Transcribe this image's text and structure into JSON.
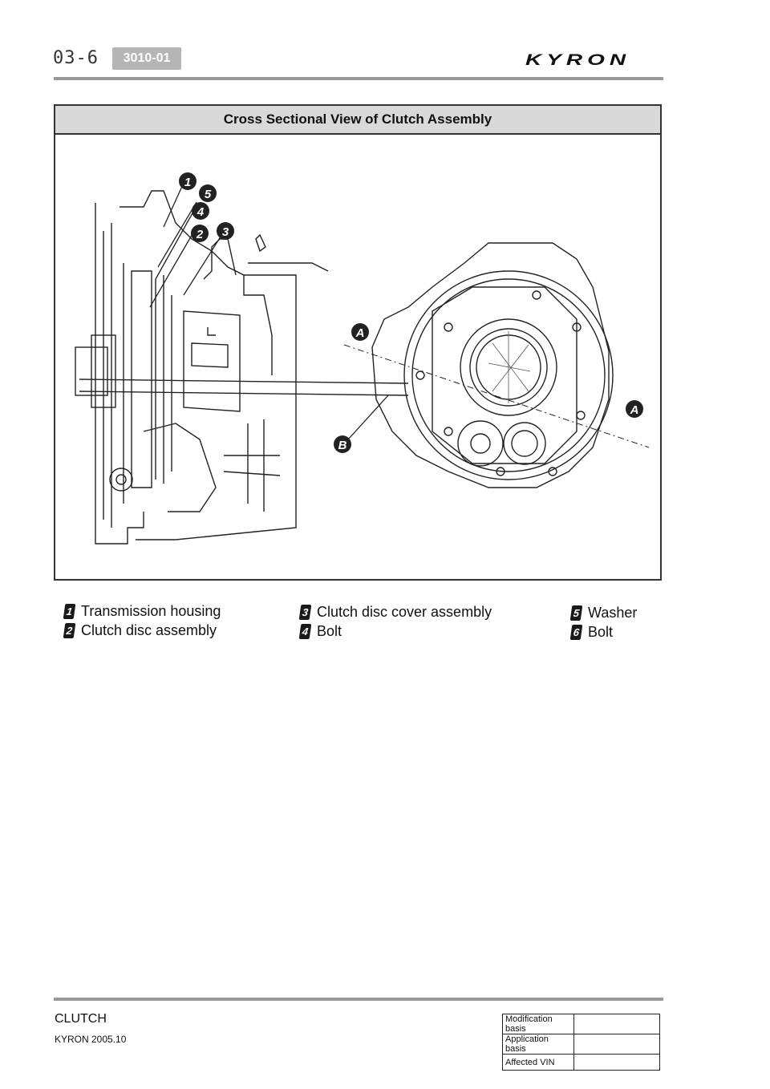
{
  "header": {
    "page_number": "03-6",
    "section_code": "3010-01",
    "brand_logo": "KYRON"
  },
  "figure": {
    "title": "Cross Sectional View of Clutch Assembly",
    "callouts": [
      "1",
      "5",
      "4",
      "2",
      "3",
      "A",
      "A",
      "B"
    ]
  },
  "legend": [
    {
      "num": "1",
      "label": "Transmission housing"
    },
    {
      "num": "2",
      "label": "Clutch disc assembly"
    },
    {
      "num": "3",
      "label": "Clutch disc cover assembly"
    },
    {
      "num": "4",
      "label": "Bolt"
    },
    {
      "num": "5",
      "label": "Washer"
    },
    {
      "num": "6",
      "label": "Bolt"
    }
  ],
  "footer": {
    "section": "CLUTCH",
    "model": "KYRON 2005.10",
    "table": [
      {
        "label": "Modification basis",
        "value": ""
      },
      {
        "label": "Application basis",
        "value": ""
      },
      {
        "label": "Affected VIN",
        "value": ""
      }
    ]
  },
  "colors": {
    "rule": "#9a9a9a",
    "badge": "#b5b5b5",
    "title_bar": "#d9d9d9"
  }
}
